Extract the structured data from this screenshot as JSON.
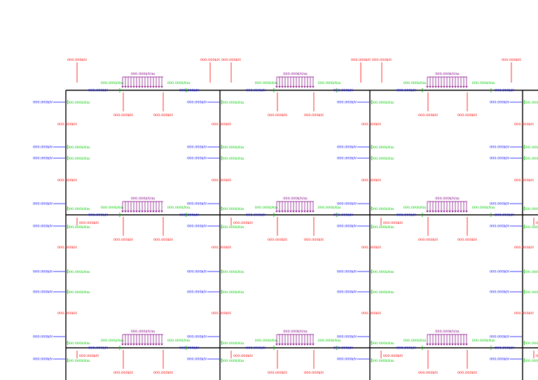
{
  "labels": {
    "point_load": "000.000kN",
    "axial_force": "000.000kN",
    "moment": "000.000kNm",
    "distributed_load": "000.000kN/m"
  },
  "colors": {
    "frame": "#000000",
    "point_load": "#ff0000",
    "axial_force": "#0000ff",
    "moment": "#00c800",
    "distributed_load": "#800080",
    "background": "#ffffff"
  },
  "layout": {
    "bays_per_row": 4,
    "floor_rows": 3,
    "column_rows": 2
  }
}
